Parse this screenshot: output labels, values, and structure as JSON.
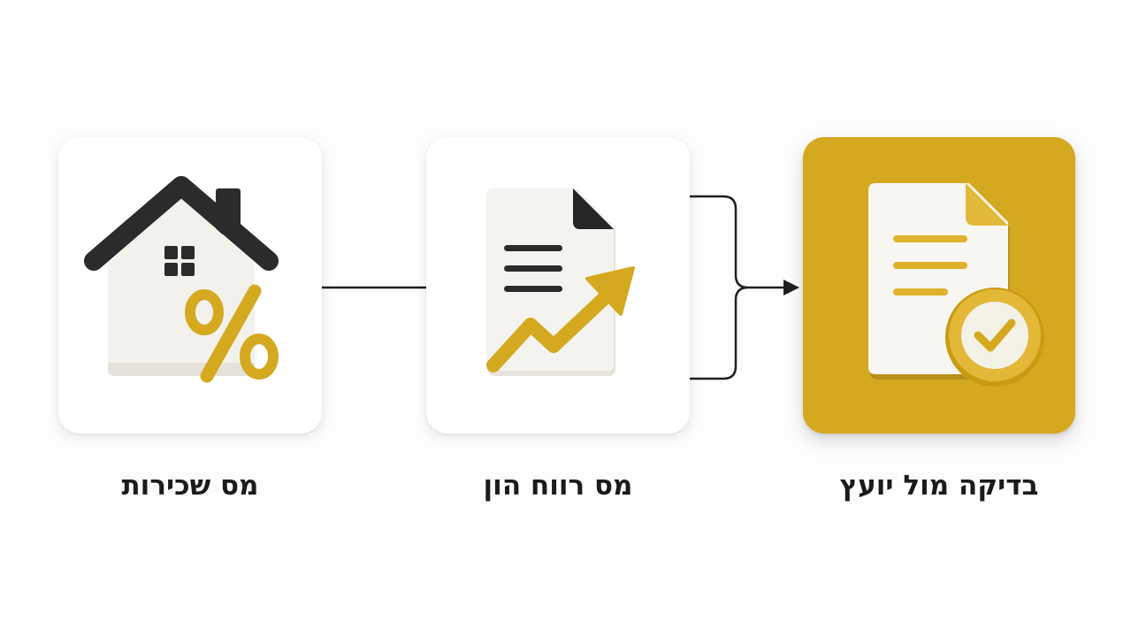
{
  "steps": [
    {
      "label": "מס שכירות",
      "icon": "house-percent-icon"
    },
    {
      "label": "מס רווח הון",
      "icon": "document-growth-icon"
    },
    {
      "label": "בדיקה מול יועץ",
      "icon": "document-check-icon"
    }
  ],
  "colors": {
    "accent": "#d4a91f",
    "dark": "#2a2a2a",
    "paper": "#f4f3ef",
    "card": "#ffffff",
    "text": "#1b1b1b"
  }
}
